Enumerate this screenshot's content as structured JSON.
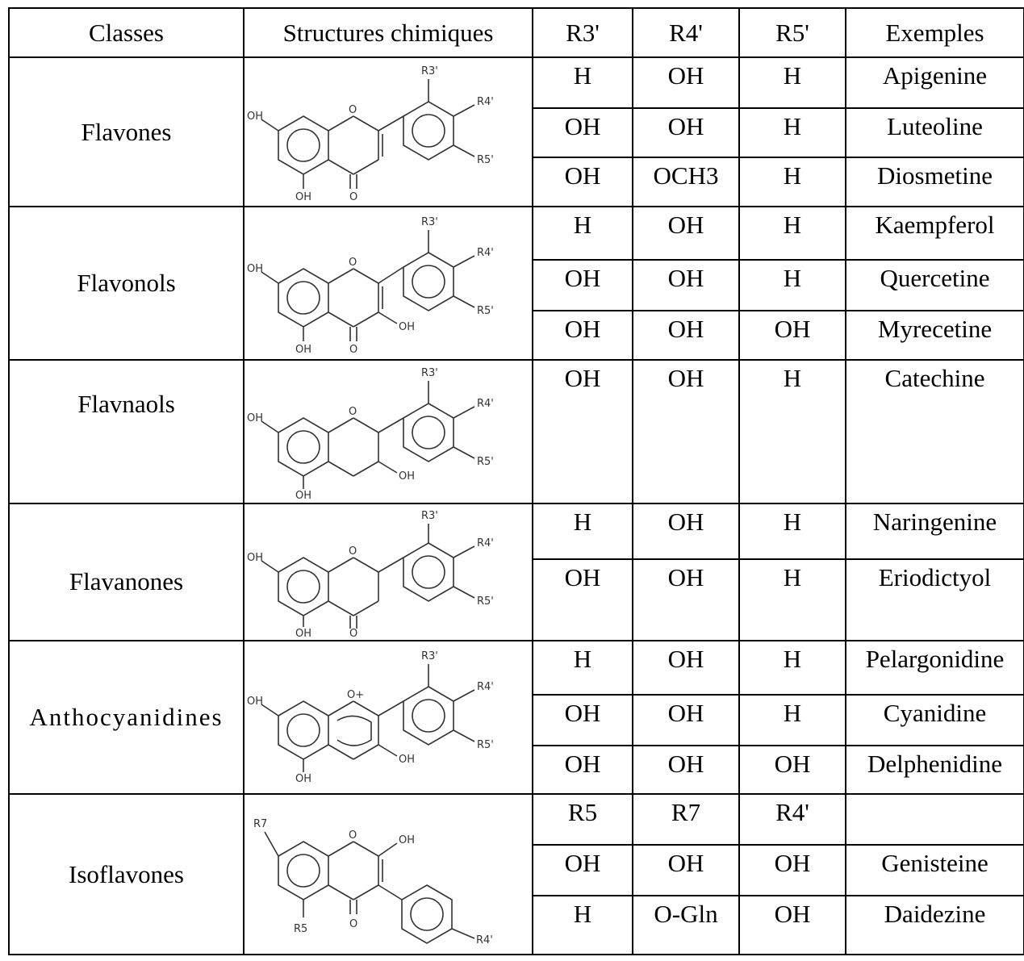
{
  "headers": [
    "Classes",
    "Structures chimiques",
    "R3'",
    "R4'",
    "R5'",
    "Exemples"
  ],
  "atoms": {
    "r3": "R3'",
    "r4": "R4'",
    "r5": "R5'",
    "r5i": "R5",
    "r7i": "R7",
    "oh": "OH",
    "o": "O",
    "oplus": "O+"
  },
  "groups": [
    {
      "class": "Flavones",
      "rows": [
        {
          "r3": "H",
          "r4": "OH",
          "r5": "H",
          "ex": "Apigenine"
        },
        {
          "r3": "OH",
          "r4": "OH",
          "r5": "H",
          "ex": "Luteoline"
        },
        {
          "r3": "OH",
          "r4": "OCH3",
          "r5": "H",
          "ex": "Diosmetine"
        }
      ]
    },
    {
      "class": "Flavonols",
      "rows": [
        {
          "r3": "H",
          "r4": "OH",
          "r5": "H",
          "ex": "Kaempferol"
        },
        {
          "r3": "OH",
          "r4": "OH",
          "r5": "H",
          "ex": "Quercetine"
        },
        {
          "r3": "OH",
          "r4": "OH",
          "r5": "OH",
          "ex": "Myrecetine"
        }
      ]
    },
    {
      "class": "Flavnaols",
      "rows": [
        {
          "r3": "OH",
          "r4": "OH",
          "r5": "H",
          "ex": "Catechine"
        }
      ]
    },
    {
      "class": "Flavanones",
      "rows": [
        {
          "r3": "H",
          "r4": "OH",
          "r5": "H",
          "ex": "Naringenine"
        },
        {
          "r3": "OH",
          "r4": "OH",
          "r5": "H",
          "ex": "Eriodictyol"
        }
      ]
    },
    {
      "class": "Anthocyanidines",
      "rows": [
        {
          "r3": "H",
          "r4": "OH",
          "r5": "H",
          "ex": "Pelargonidine"
        },
        {
          "r3": "OH",
          "r4": "OH",
          "r5": "H",
          "ex": "Cyanidine"
        },
        {
          "r3": "OH",
          "r4": "OH",
          "r5": "OH",
          "ex": "Delphenidine"
        }
      ]
    },
    {
      "class": "Isoflavones",
      "rows": [
        {
          "r3": "R5",
          "r4": "R7",
          "r5": "R4'",
          "ex": ""
        },
        {
          "r3": "OH",
          "r4": "OH",
          "r5": "OH",
          "ex": "Genisteine"
        },
        {
          "r3": "H",
          "r4": "O-Gln",
          "r5": "OH",
          "ex": "Daidezine"
        }
      ]
    }
  ]
}
